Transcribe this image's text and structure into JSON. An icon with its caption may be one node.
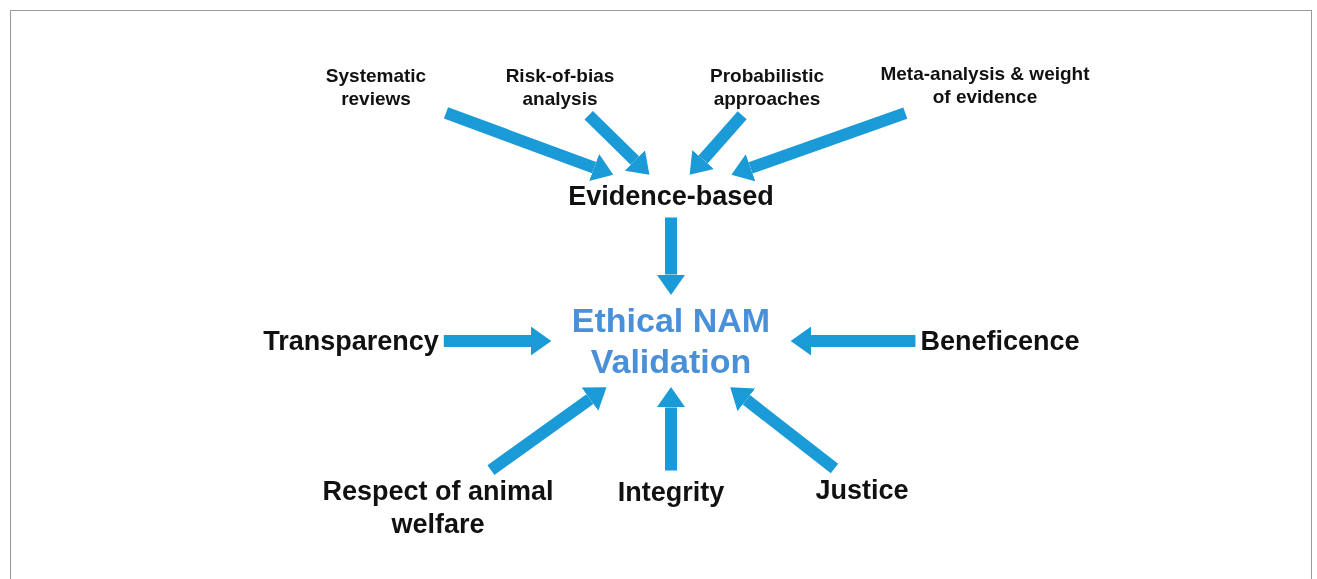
{
  "diagram": {
    "nodes": [
      {
        "text": [
          "Systematic reviews"
        ]
      },
      {
        "text": [
          "Risk-of-bias analysis"
        ]
      },
      {
        "text": [
          "Probabilistic approaches"
        ]
      },
      {
        "text": [
          "Meta-analysis & weight of evidence"
        ]
      },
      {
        "text": [
          "Evidence-based"
        ]
      },
      {
        "text": [
          "Ethical NAM Validation"
        ]
      },
      {
        "text": [
          "Transparency"
        ]
      },
      {
        "text": [
          "Beneficence"
        ]
      },
      {
        "text": [
          "Respect of animal welfare"
        ]
      },
      {
        "text": [
          "Integrity"
        ]
      },
      {
        "text": [
          "Justice"
        ]
      }
    ],
    "edges": [
      {
        "from": 0,
        "to": 4,
        "arrow": "to"
      },
      {
        "from": 1,
        "to": 4,
        "arrow": "to"
      },
      {
        "from": 2,
        "to": 4,
        "arrow": "to"
      },
      {
        "from": 3,
        "to": 4,
        "arrow": "to"
      },
      {
        "from": 4,
        "to": 5,
        "arrow": "to"
      },
      {
        "from": 6,
        "to": 5,
        "arrow": "to"
      },
      {
        "from": 7,
        "to": 5,
        "arrow": "to"
      },
      {
        "from": 8,
        "to": 5,
        "arrow": "to"
      },
      {
        "from": 9,
        "to": 5,
        "arrow": "to"
      },
      {
        "from": 10,
        "to": 5,
        "arrow": "to"
      }
    ]
  }
}
